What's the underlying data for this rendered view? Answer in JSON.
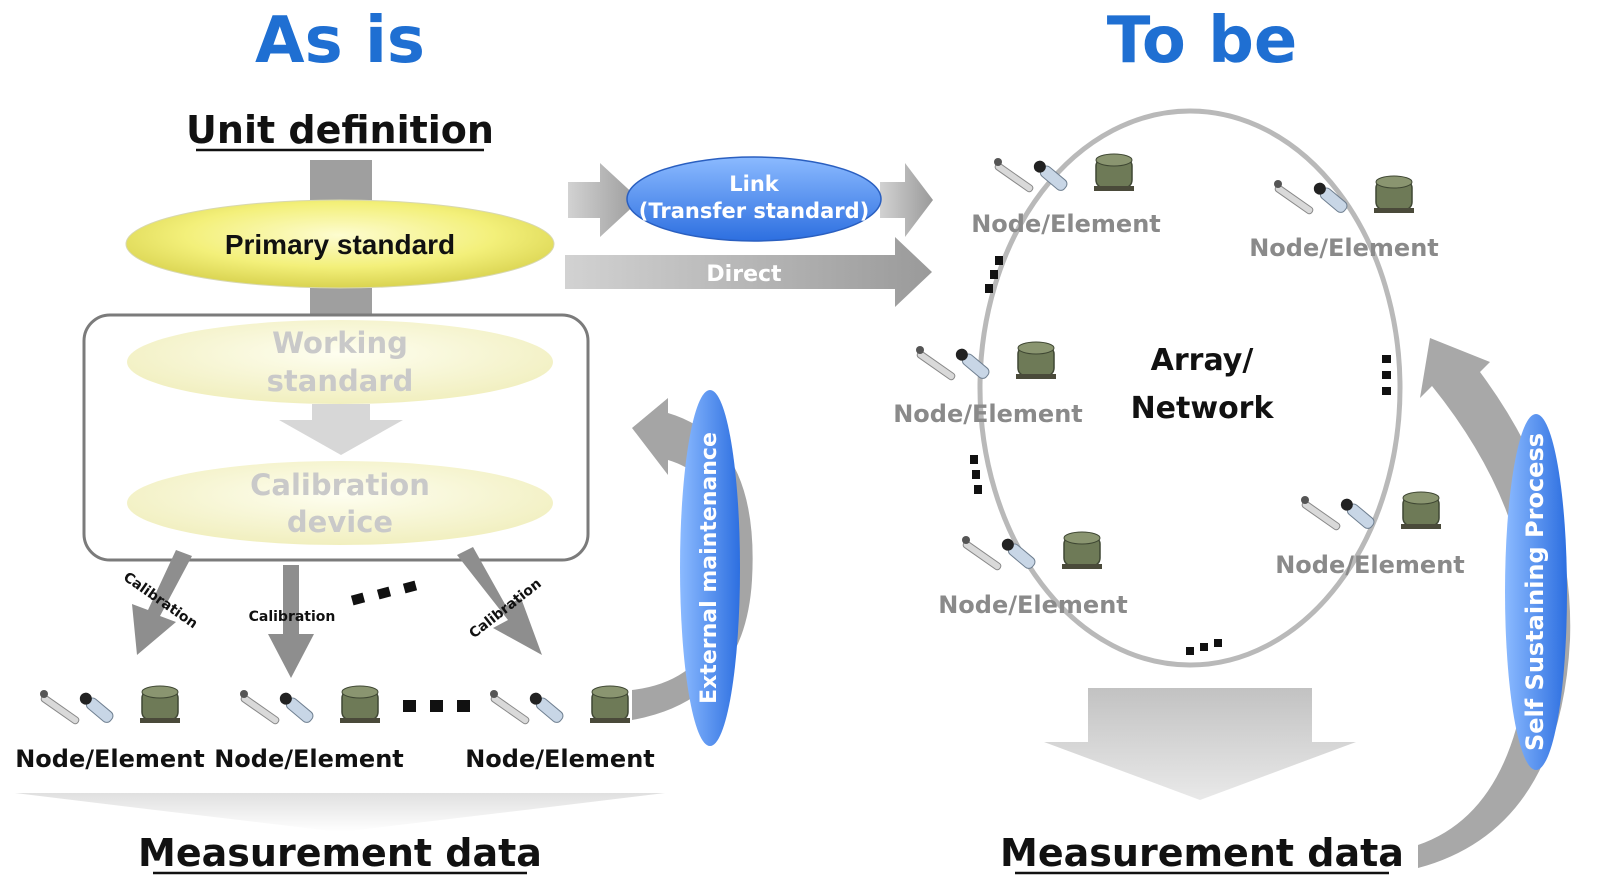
{
  "as_is": {
    "title": "As is",
    "unit_definition": "Unit definition",
    "primary_standard": "Primary standard",
    "working_standard": [
      "Working",
      "standard"
    ],
    "calibration_device": [
      "Calibration",
      "device"
    ],
    "calibration_labels": [
      "Calibration",
      "Calibration",
      "Calibration"
    ],
    "external_maintenance": "External maintenance",
    "nodes": [
      "Node/Element",
      "Node/Element",
      "Node/Element"
    ],
    "measurement_data": "Measurement data"
  },
  "link": {
    "label": [
      "Link",
      "(Transfer standard)"
    ],
    "direct": "Direct"
  },
  "to_be": {
    "title": "To be",
    "center": [
      "Array/",
      "Network"
    ],
    "nodes": [
      "Node/Element",
      "Node/Element",
      "Node/Element",
      "Node/Element",
      "Node/Element"
    ],
    "self_sustaining": "Self Sustaining Process",
    "measurement_data": "Measurement data"
  },
  "colors": {
    "title_blue": "#1f6fd2",
    "primary_yellow": "#f3f07a",
    "link_blue": "#4d8ff0",
    "arrow_gray": "#a8a8a8"
  }
}
